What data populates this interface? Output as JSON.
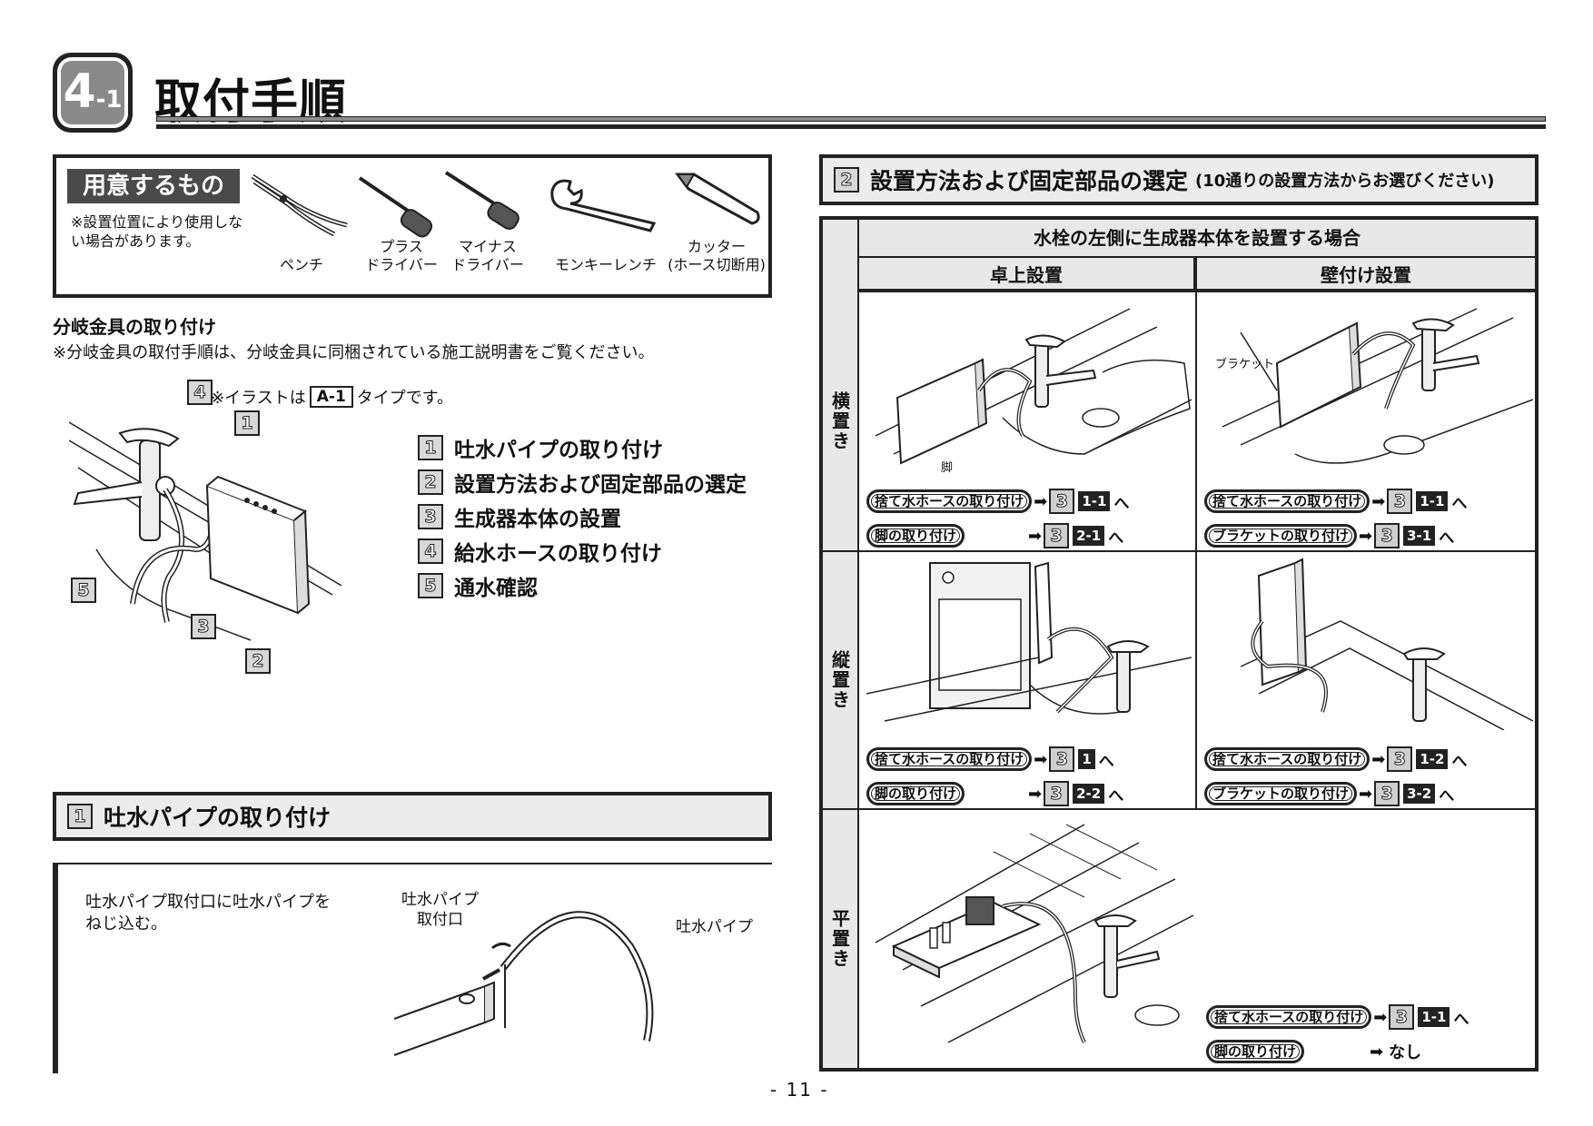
{
  "header": {
    "badge_main": "4",
    "badge_sub": "-1",
    "title": "取付手順"
  },
  "tools": {
    "title": "用意するもの",
    "note": "※設置位置により使用しない場合があります。",
    "items": [
      {
        "label1": "",
        "label2": "ペンチ",
        "icon": "pliers-icon"
      },
      {
        "label1": "プラス",
        "label2": "ドライバー",
        "icon": "phillips-screwdriver-icon"
      },
      {
        "label1": "マイナス",
        "label2": "ドライバー",
        "icon": "flathead-screwdriver-icon"
      },
      {
        "label1": "",
        "label2": "モンキーレンチ",
        "icon": "wrench-icon"
      },
      {
        "label1": "カッター",
        "label2": "(ホース切断用)",
        "icon": "cutter-icon"
      }
    ]
  },
  "branch": {
    "heading": "分岐金具の取り付け",
    "note": "※分岐金具の取付手順は、分岐金具に同梱されている施工説明書をご覧ください。",
    "illus_note_pre": "※イラストは",
    "illus_note_type": "A-1",
    "illus_note_post": "タイプです。",
    "callouts": [
      "4",
      "1",
      "5",
      "3",
      "2"
    ]
  },
  "steps": [
    {
      "num": "1",
      "text": "吐水パイプの取り付け"
    },
    {
      "num": "2",
      "text": "設置方法および固定部品の選定"
    },
    {
      "num": "3",
      "text": "生成器本体の設置"
    },
    {
      "num": "4",
      "text": "給水ホースの取り付け"
    },
    {
      "num": "5",
      "text": "通水確認"
    }
  ],
  "section1": {
    "num": "1",
    "title": "吐水パイプの取り付け",
    "text1": "吐水パイプ取付口に吐水パイプを",
    "text2": "ねじ込む。",
    "label_port1": "吐水パイプ",
    "label_port2": "取付口",
    "label_pipe": "吐水パイプ"
  },
  "page_number": "- 11 -",
  "section2": {
    "num": "2",
    "title": "設置方法および固定部品の選定",
    "subtitle": "(10通りの設置方法からお選びください)",
    "table_title": "水栓の左側に生成器本体を設置する場合",
    "col_headers": [
      "卓上設置",
      "壁付け設置"
    ],
    "row_headers": [
      "横置き",
      "縦置き",
      "平置き"
    ],
    "labels": {
      "leg": "脚",
      "bracket": "ブラケット"
    },
    "cells": {
      "yoko_table": [
        {
          "pill": "捨て水ホースの取り付け",
          "step": "3",
          "ref": "1-1",
          "suffix": "へ"
        },
        {
          "pill": "脚の取り付け",
          "step": "3",
          "ref": "2-1",
          "suffix": "へ"
        }
      ],
      "yoko_wall": [
        {
          "pill": "捨て水ホースの取り付け",
          "step": "3",
          "ref": "1-1",
          "suffix": "へ"
        },
        {
          "pill": "ブラケットの取り付け",
          "step": "3",
          "ref": "3-1",
          "suffix": "へ"
        }
      ],
      "tate_table": [
        {
          "pill": "捨て水ホースの取り付け",
          "step": "3",
          "ref": "1",
          "suffix": "へ"
        },
        {
          "pill": "脚の取り付け",
          "step": "3",
          "ref": "2-2",
          "suffix": "へ"
        }
      ],
      "tate_wall": [
        {
          "pill": "捨て水ホースの取り付け",
          "step": "3",
          "ref": "1-2",
          "suffix": "へ"
        },
        {
          "pill": "ブラケットの取り付け",
          "step": "3",
          "ref": "3-2",
          "suffix": "へ"
        }
      ],
      "hira": [
        {
          "pill": "捨て水ホースの取り付け",
          "step": "3",
          "ref": "1-1",
          "suffix": "へ"
        },
        {
          "pill": "脚の取り付け",
          "none": "なし"
        }
      ]
    }
  }
}
